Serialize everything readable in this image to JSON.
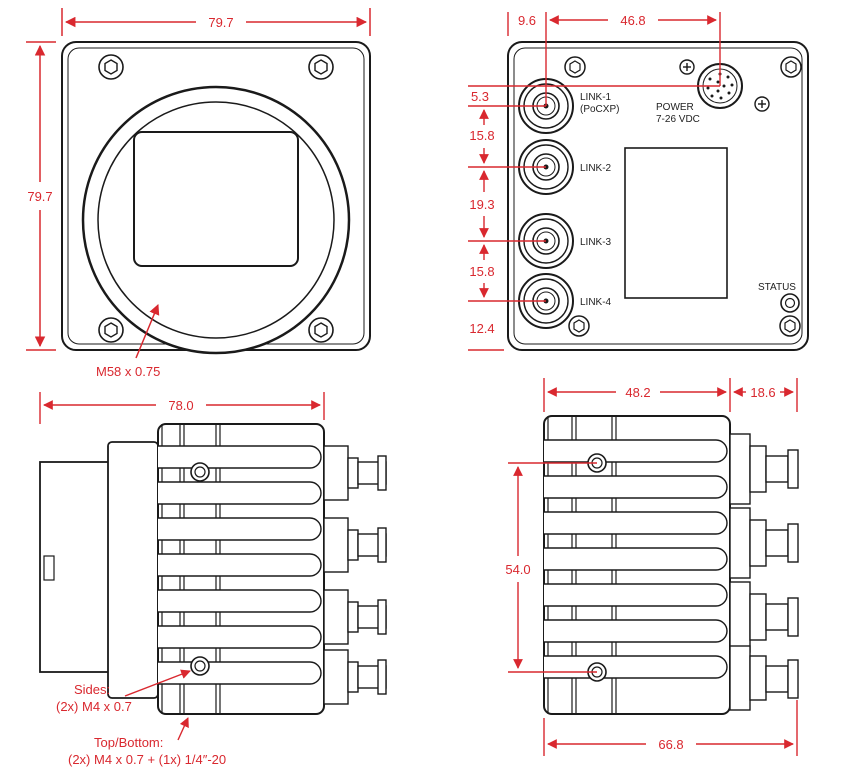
{
  "colors": {
    "dimension": "#d9282f",
    "outline": "#1a1a1a",
    "background": "#ffffff"
  },
  "front_view": {
    "width_dim": "79.7",
    "height_dim": "79.7",
    "mount_callout": "M58 x 0.75"
  },
  "rear_view": {
    "dim_left_offset": "9.6",
    "dim_power_offset": "46.8",
    "dim_link1_top": "5.3",
    "dim_link1_link2": "15.8",
    "dim_link2_link3": "19.3",
    "dim_link3_link4": "15.8",
    "dim_link4_bottom": "12.4",
    "link1_label": "LINK-1",
    "link1_sub": "(PoCXP)",
    "link2_label": "LINK-2",
    "link3_label": "LINK-3",
    "link4_label": "LINK-4",
    "power_label": "POWER",
    "power_sub": "7-26 VDC",
    "status_label": "STATUS"
  },
  "side_view_left": {
    "length_dim": "78.0",
    "sides_callout_1": "Sides:",
    "sides_callout_2": "(2x) M4 x 0.7",
    "topbottom_callout_1": "Top/Bottom:",
    "topbottom_callout_2": "(2x) M4 x 0.7 + (1x) 1/4″-20"
  },
  "side_view_right": {
    "body_dim": "48.2",
    "connector_dim": "18.6",
    "hole_spacing_dim": "54.0",
    "overall_dim": "66.8"
  }
}
